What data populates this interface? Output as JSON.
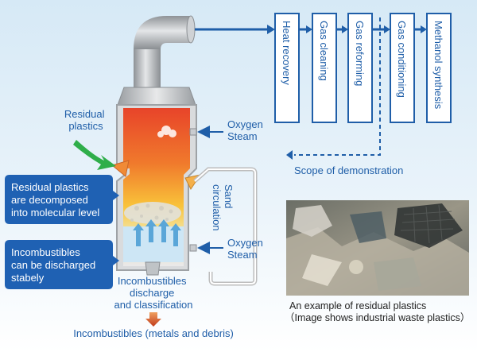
{
  "labels": {
    "residual_plastics": [
      "Residual",
      "plastics"
    ],
    "oxygen_steam_top": [
      "Oxygen",
      "Steam"
    ],
    "oxygen_steam_bottom": [
      "Oxygen",
      "Steam"
    ],
    "sand_circulation": [
      "Sand",
      "circulation"
    ],
    "incombustibles_discharge": [
      "Incombustibles",
      "discharge",
      "and classification"
    ],
    "incombustibles_output": "Incombustibles (metals and debris)",
    "scope": "Scope of demonstration"
  },
  "callouts": {
    "decomposed": [
      "Residual plastics",
      "are decomposed",
      "into molecular level"
    ],
    "discharged": [
      "Incombustibles",
      "can be discharged",
      "stabely"
    ]
  },
  "process_steps": [
    "Heat recovery",
    "Gas cleaning",
    "Gas reforming",
    "Gas conditioning",
    "Methanol synthesis"
  ],
  "photo_caption": [
    "An example of residual plastics",
    "（Image shows industrial waste plastics）"
  ],
  "colors": {
    "accent_blue": "#1f5ea8",
    "callout_blue": "#1f61b3",
    "green_arrow": "#2fae4a",
    "output_arrow": "#d8562a"
  }
}
